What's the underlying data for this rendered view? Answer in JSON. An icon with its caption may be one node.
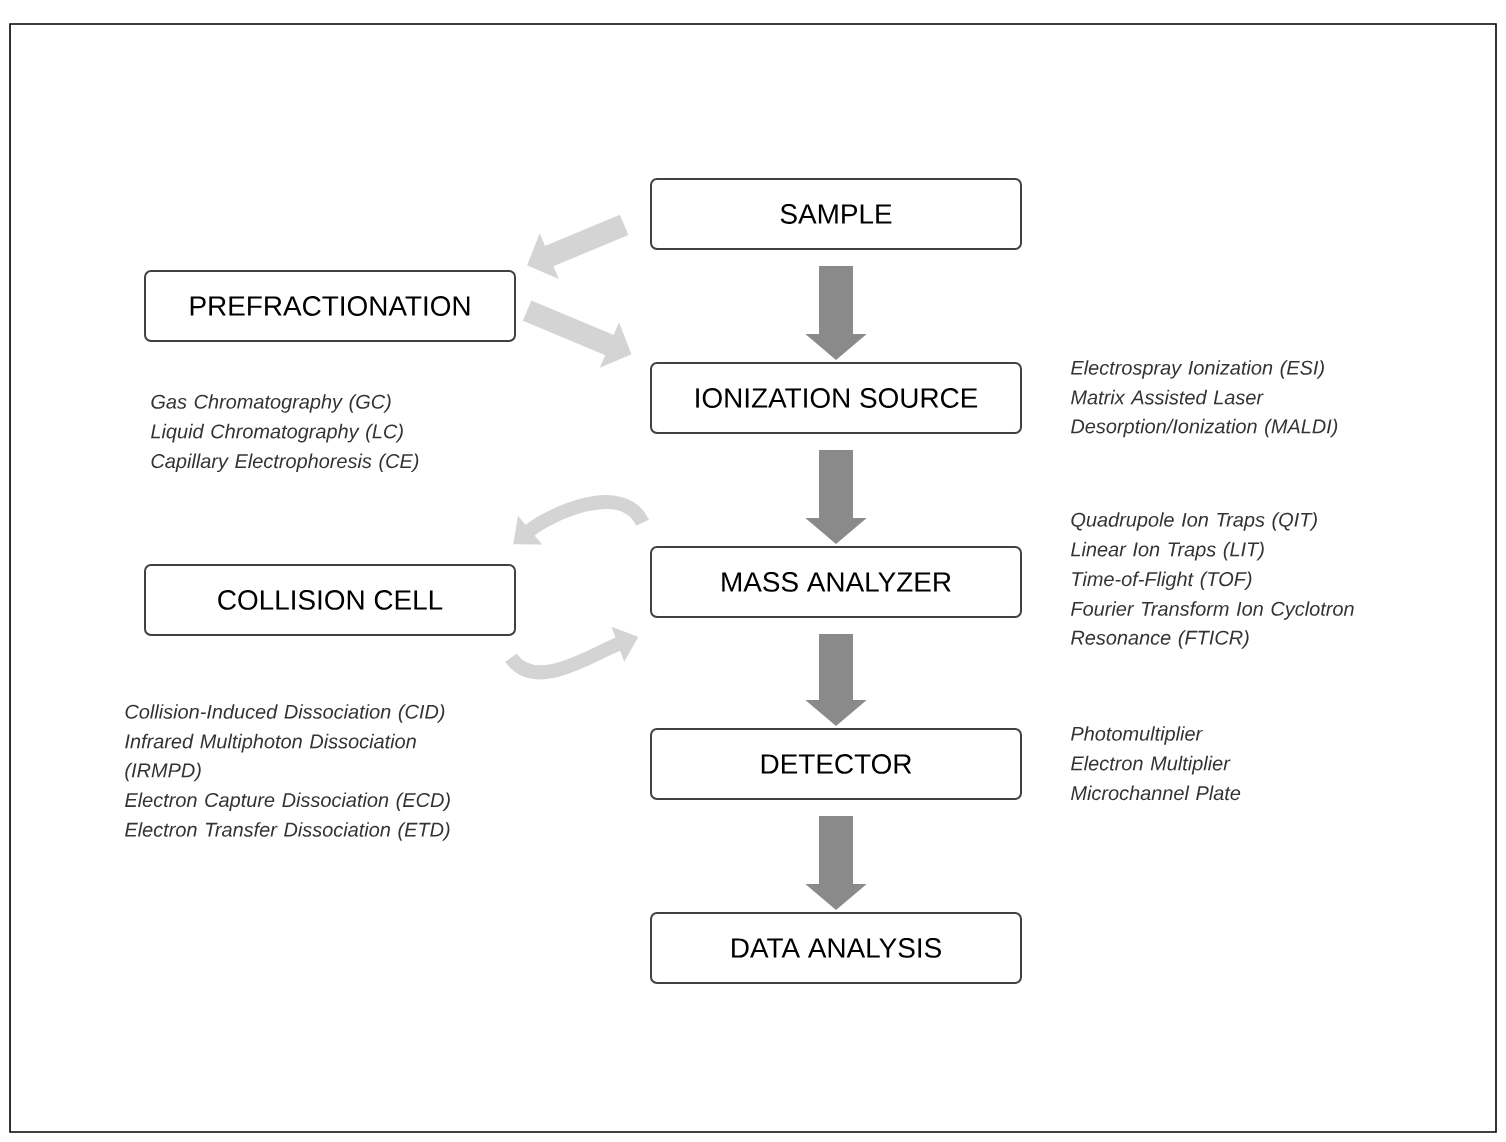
{
  "diagram": {
    "nodes": [
      {
        "text": [
          "SAMPLE"
        ]
      },
      {
        "text": [
          "PREFRACTIONATION"
        ],
        "beside": [
          "Gas Chromatography (GC)",
          "Liquid Chromatography (LC)",
          "Capillary Electrophoresis (CE)"
        ]
      },
      {
        "text": [
          "IONIZATION SOURCE"
        ],
        "beside": [
          "Electrospray Ionization (ESI)",
          "Matrix Assisted Laser Desorption/Ionization (MALDI)"
        ]
      },
      {
        "text": [
          "COLLISION CELL"
        ],
        "beside": [
          "Collision-Induced Dissociation (CID)",
          "Infrared Multiphoton Dissociation (IRMPD)",
          "Electron Capture Dissociation (ECD)",
          "Electron Transfer Dissociation (ETD)"
        ]
      },
      {
        "text": [
          "MASS ANALYZER"
        ],
        "beside": [
          "Quadrupole Ion Traps (QIT)",
          "Linear Ion Traps (LIT)",
          "Time-of-Flight (TOF)",
          "Fourier Transform Ion Cyclotron Resonance (FTICR)"
        ]
      },
      {
        "text": [
          "DETECTOR"
        ],
        "beside": [
          "Photomultiplier",
          "Electron Multiplier",
          "Microchannel Plate"
        ]
      },
      {
        "text": [
          "DATA ANALYSIS"
        ]
      }
    ],
    "edges": [
      {
        "from": 0,
        "to": 1,
        "arrow": "to",
        "color": "#d4d4d4"
      },
      {
        "from": 0,
        "to": 2,
        "arrow": "to"
      },
      {
        "from": 1,
        "to": 2,
        "arrow": "to",
        "color": "#d4d4d4"
      },
      {
        "from": 2,
        "to": 4,
        "arrow": "to"
      },
      {
        "from": 4,
        "to": 3,
        "arrow": "to",
        "color": "#d4d4d4"
      },
      {
        "from": 3,
        "to": 4,
        "arrow": "to",
        "color": "#d4d4d4"
      },
      {
        "from": 4,
        "to": 5,
        "arrow": "to"
      },
      {
        "from": 5,
        "to": 6,
        "arrow": "to"
      }
    ]
  }
}
